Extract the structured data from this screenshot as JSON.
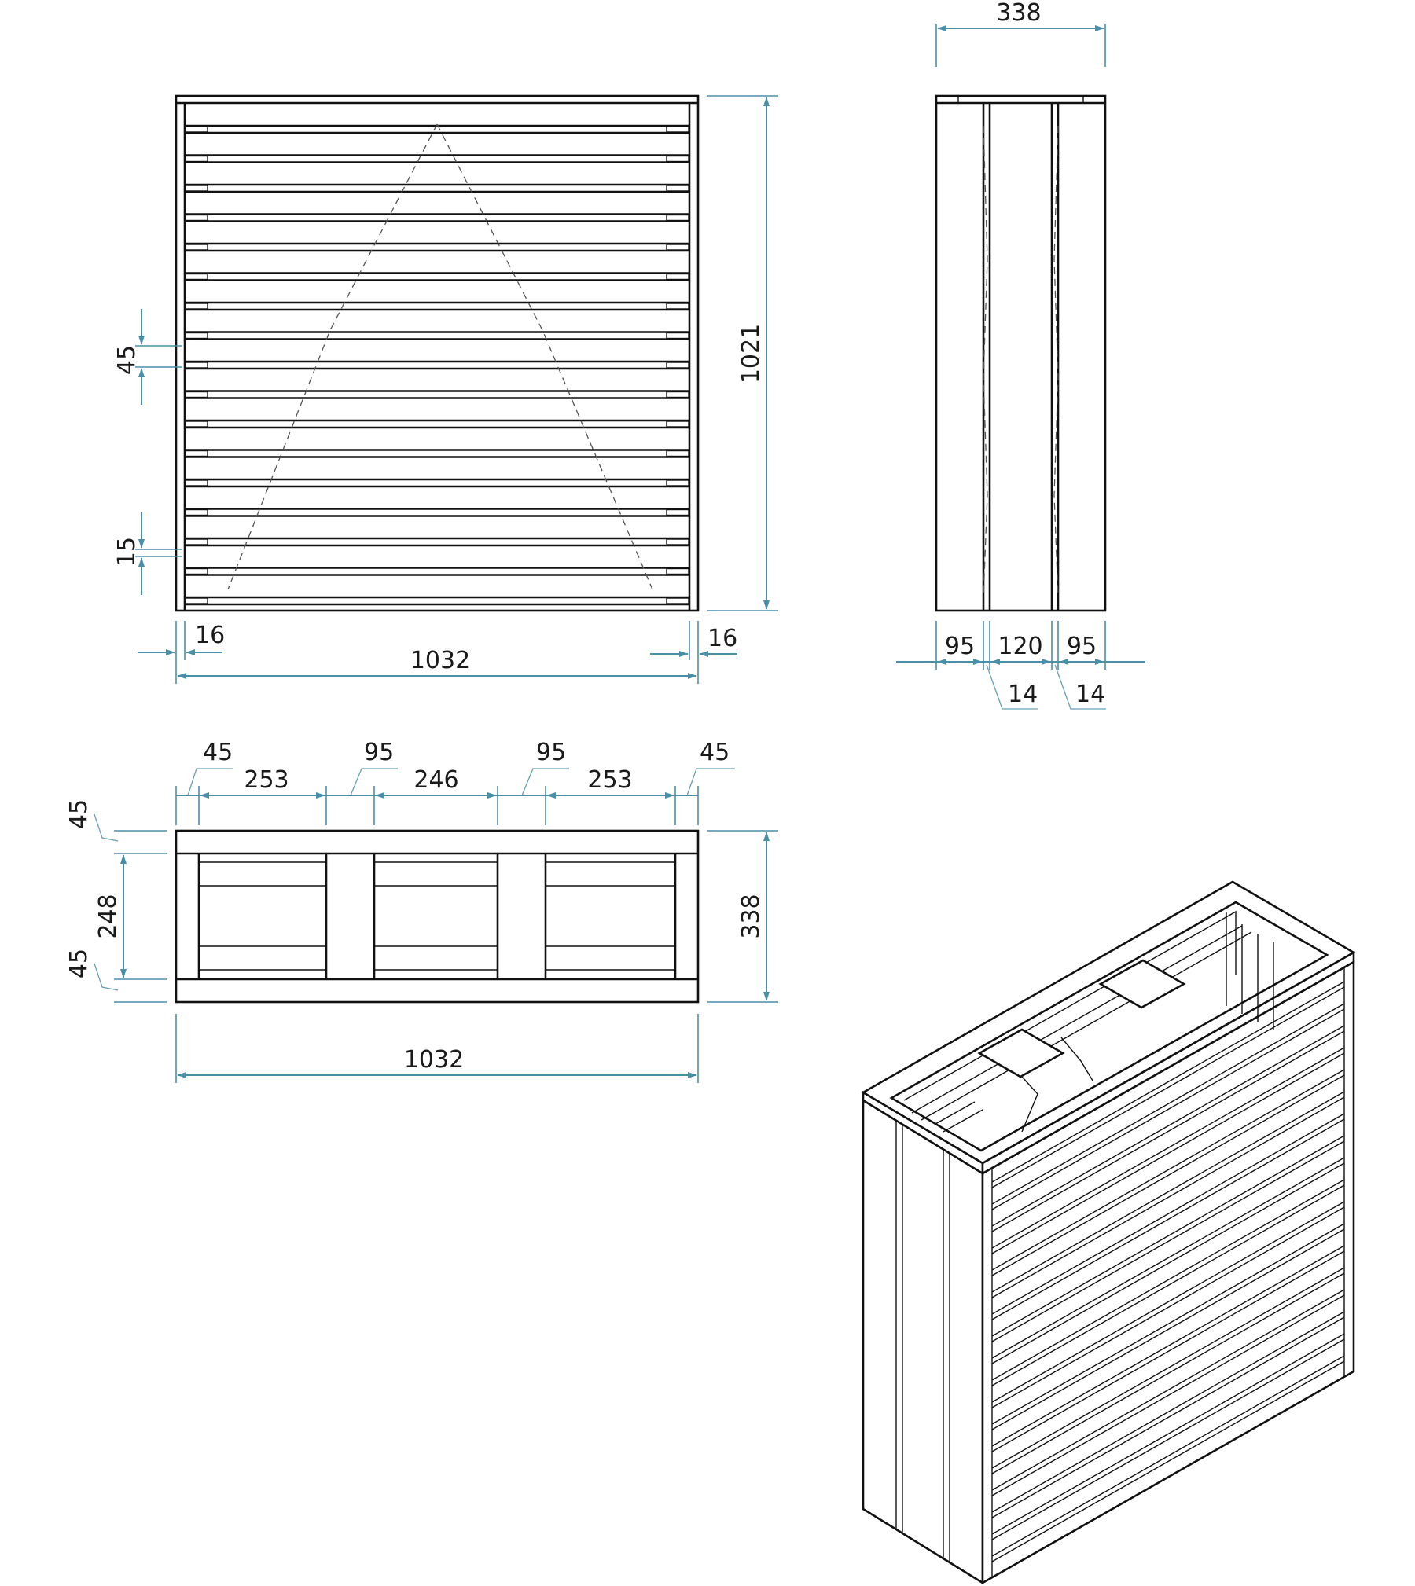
{
  "front_view": {
    "height": "1021",
    "width": "1032",
    "post_left": "16",
    "post_right": "16",
    "slat": "45",
    "gap": "15"
  },
  "side_view": {
    "depth": "338",
    "left_board": "95",
    "middle_board": "120",
    "right_board": "95",
    "gap_left": "14",
    "gap_right": "14"
  },
  "top_view": {
    "end_left": "45",
    "bay_left": "253",
    "divider_left": "95",
    "bay_middle": "246",
    "divider_right": "95",
    "bay_right": "253",
    "end_right": "45",
    "rail_top": "45",
    "inner_depth": "248",
    "rail_bottom": "45",
    "depth": "338",
    "length": "1032"
  },
  "colors": {
    "line": "#111111",
    "dimension": "#4a8fa8"
  }
}
